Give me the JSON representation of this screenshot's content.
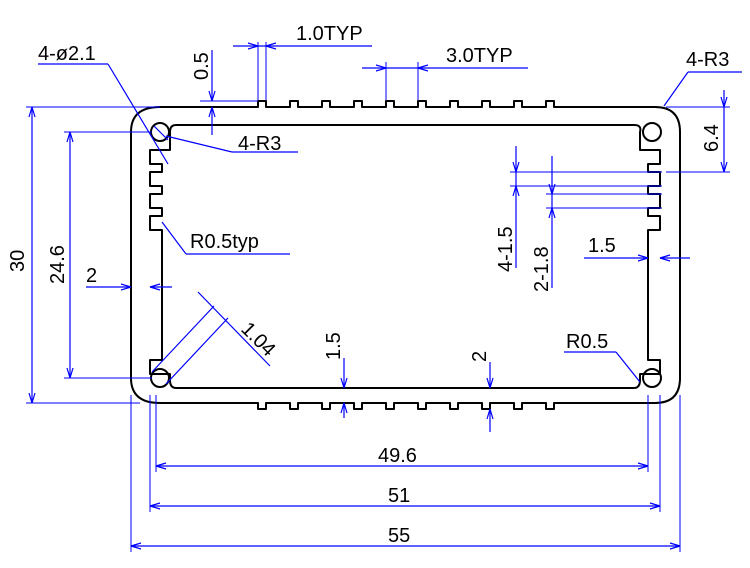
{
  "labels": {
    "hole_dia": "4-ø2.1",
    "groove_width_typ": "1.0TYP",
    "groove_depth": "0.5",
    "groove_pitch_typ": "3.0TYP",
    "outer_radius": "4-R3",
    "inner_radius": "4-R3",
    "slot_pos": "6.4",
    "slot_fillet": "R0.5typ",
    "total_height": "30",
    "inner_height": "24.6",
    "side_wall": "2",
    "slot_depth": "4-1.5",
    "slot_width": "2-1.8",
    "rail_depth": "1.5",
    "corner_web": "1.04",
    "bottom_wall": "1.5",
    "bottom_groove": "2",
    "corner_fillet": "R0.5",
    "inner_width": "49.6",
    "middle_width": "51",
    "total_width": "55"
  },
  "colors": {
    "outline": "#000000",
    "dimension": "#0000ff",
    "text": "#000000"
  }
}
